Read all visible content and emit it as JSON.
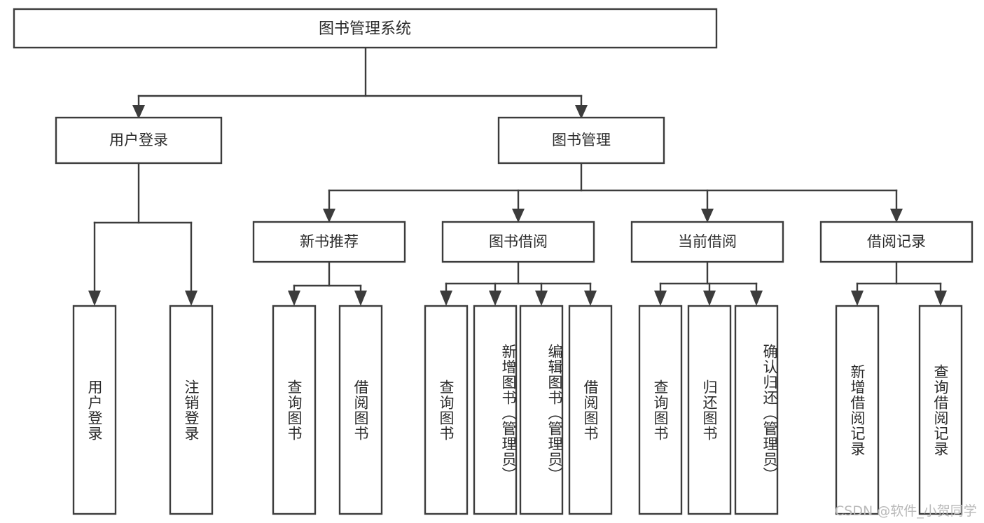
{
  "diagram": {
    "title": "图书管理系统",
    "type": "hierarchy-tree",
    "root": {
      "label": "图书管理系统"
    },
    "level2": [
      {
        "label": "用户登录"
      },
      {
        "label": "图书管理"
      }
    ],
    "level3": [
      {
        "label": "新书推荐"
      },
      {
        "label": "图书借阅"
      },
      {
        "label": "当前借阅"
      },
      {
        "label": "借阅记录"
      }
    ],
    "leaves": {
      "user_login": [
        {
          "label": "用户登录"
        },
        {
          "label": "注销登录"
        }
      ],
      "new_book_recommend": [
        {
          "label": "查询图书"
        },
        {
          "label": "借阅图书"
        }
      ],
      "book_borrow": [
        {
          "label": "查询图书"
        },
        {
          "label": "新增图书（管理员）"
        },
        {
          "label": "编辑图书（管理员）"
        },
        {
          "label": "借阅图书"
        }
      ],
      "current_borrow": [
        {
          "label": "查询图书"
        },
        {
          "label": "归还图书"
        },
        {
          "label": "确认归还（管理员）"
        }
      ],
      "borrow_record": [
        {
          "label": "新增借阅记录"
        },
        {
          "label": "查询借阅记录"
        }
      ]
    }
  },
  "watermark": {
    "text": "CSDN @软件_小贺同学"
  },
  "colors": {
    "stroke": "#3c3c3c",
    "text": "#2b2b2b",
    "background": "#ffffff",
    "watermark": "#b9b9b9"
  }
}
